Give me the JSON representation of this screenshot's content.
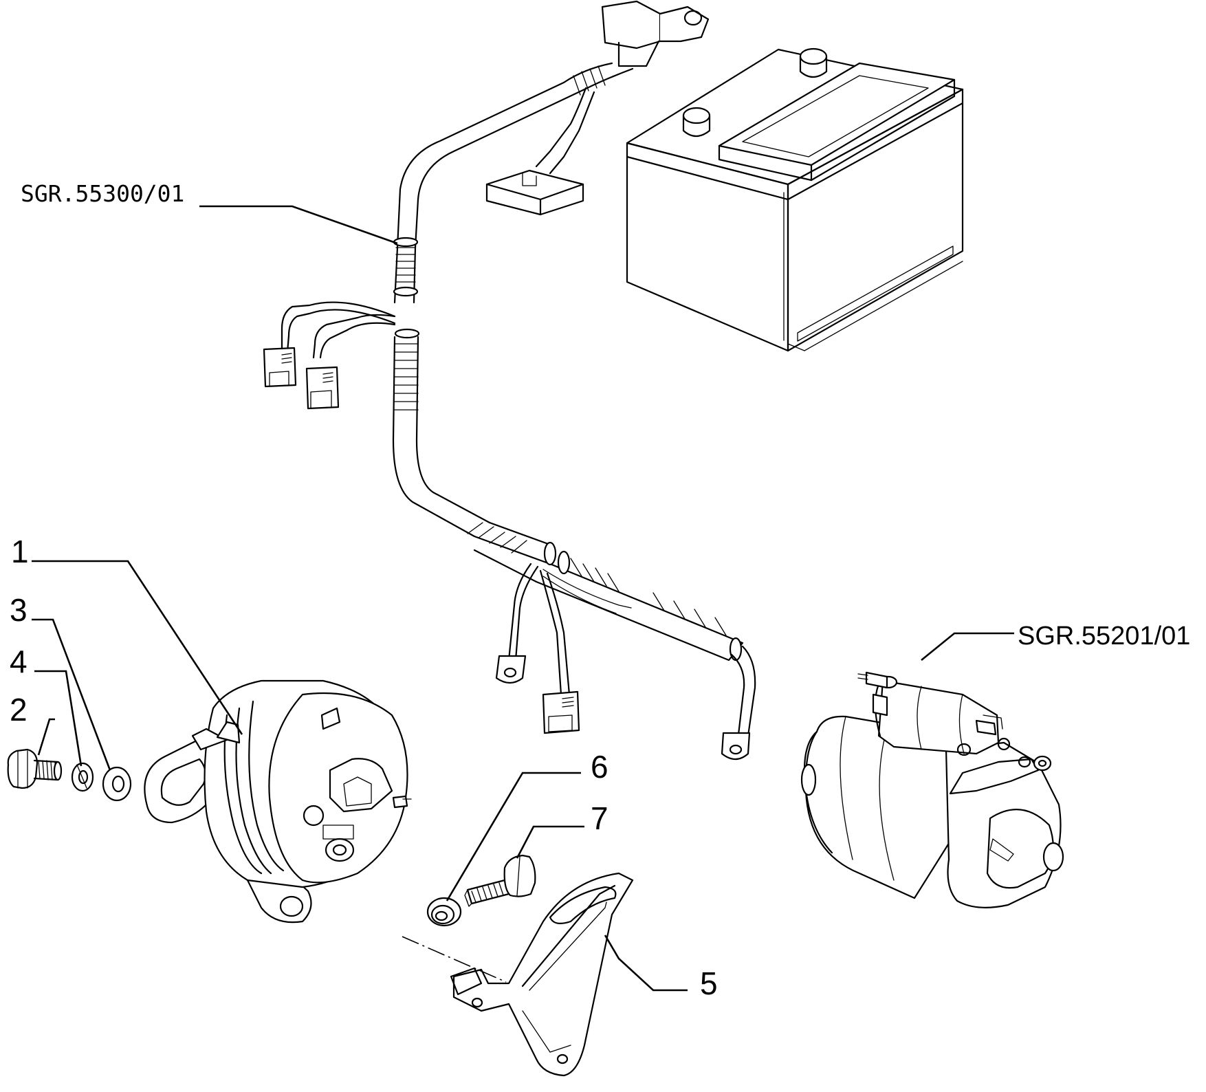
{
  "callouts": {
    "c1": "1",
    "c2": "2",
    "c3": "3",
    "c4": "4",
    "c5": "5",
    "c6": "6",
    "c7": "7"
  },
  "references": {
    "harness_ref": "SGR.55300/01",
    "starter_ref": "SGR.55201/01"
  }
}
